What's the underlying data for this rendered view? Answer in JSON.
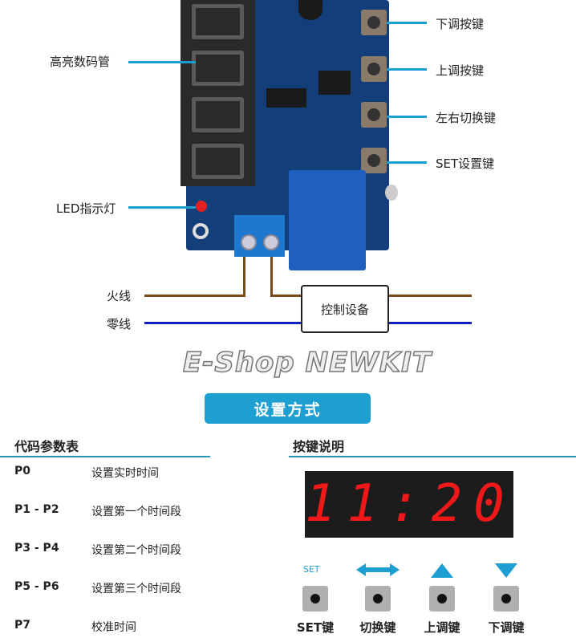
{
  "labels": {
    "display": "高亮数码管",
    "down_key": "下调按键",
    "up_key": "上调按键",
    "switch_key": "左右切换键",
    "set_key": "SET设置键",
    "led": "LED指示灯"
  },
  "wiring": {
    "live": "火线",
    "neutral": "零线",
    "device": "控制设备"
  },
  "banner": "设置方式",
  "code_table": {
    "title": "代码参数表",
    "rows": [
      {
        "code": "P0",
        "desc": "设置实时时间"
      },
      {
        "code": "P1 - P2",
        "desc": "设置第一个时间段"
      },
      {
        "code": "P3 - P4",
        "desc": "设置第二个时间段"
      },
      {
        "code": "P5 - P6",
        "desc": "设置第三个时间段"
      },
      {
        "code": "P7",
        "desc": "校准时间"
      }
    ]
  },
  "keys": {
    "title": "按键说明",
    "display_value": "11:20",
    "set_icon_text": "SET",
    "items": [
      "SET键",
      "切换键",
      "上调键",
      "下调键"
    ]
  },
  "watermark": "E-Shop NEWKIT",
  "colors": {
    "accent": "#1d9fd2",
    "live_wire": "#7a4a1a",
    "neutral_wire": "#1020c0",
    "segment": "#f01818"
  }
}
